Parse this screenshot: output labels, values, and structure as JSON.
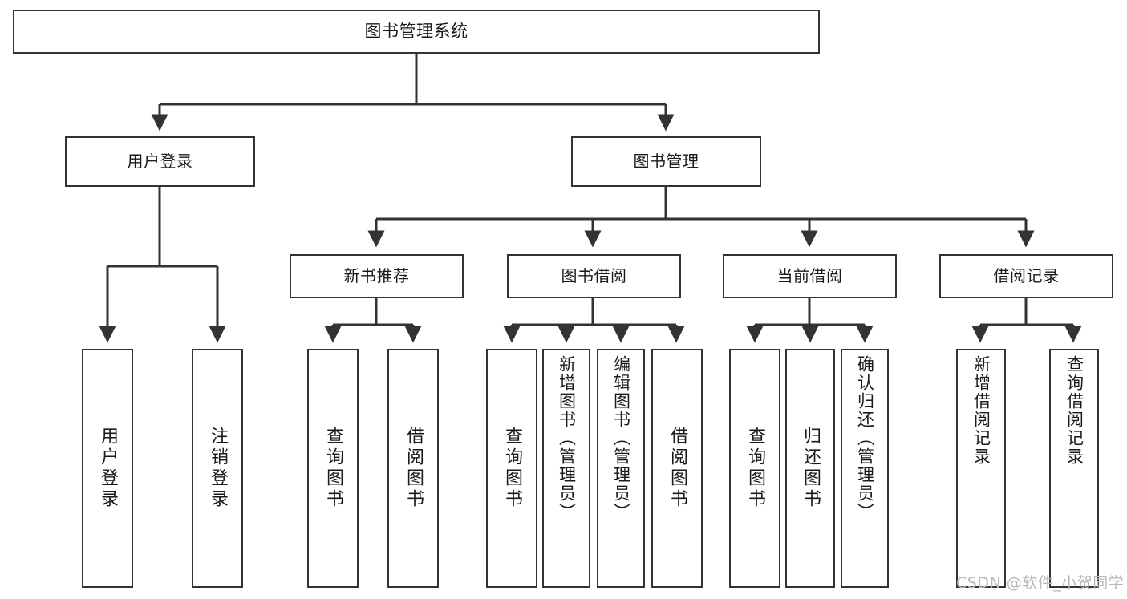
{
  "diagram": {
    "title": "图书管理系统",
    "watermark": "CSDN @软件_小贺同学",
    "colors": {
      "box_border": "#333333",
      "box_fill": "#ffffff",
      "connector": "#333333",
      "text": "#1a1a1a",
      "watermark": "#b8b8b8",
      "background": "#ffffff"
    },
    "root": {
      "label": "图书管理系统"
    },
    "level2": [
      {
        "label": "用户登录"
      },
      {
        "label": "图书管理"
      }
    ],
    "level3": [
      {
        "label": "新书推荐"
      },
      {
        "label": "图书借阅"
      },
      {
        "label": "当前借阅"
      },
      {
        "label": "借阅记录"
      }
    ],
    "leaves": {
      "user_login": [
        {
          "label": "用户登录"
        },
        {
          "label": "注销登录"
        }
      ],
      "new_book": [
        {
          "label": "查询图书"
        },
        {
          "label": "借阅图书"
        }
      ],
      "borrow": [
        {
          "label": "查询图书"
        },
        {
          "label": "新增图书（管理员）"
        },
        {
          "label": "编辑图书（管理员）"
        },
        {
          "label": "借阅图书"
        }
      ],
      "current": [
        {
          "label": "查询图书"
        },
        {
          "label": "归还图书"
        },
        {
          "label": "确认归还（管理员）"
        }
      ],
      "records": [
        {
          "label": "新增借阅记录"
        },
        {
          "label": "查询借阅记录"
        }
      ]
    }
  }
}
